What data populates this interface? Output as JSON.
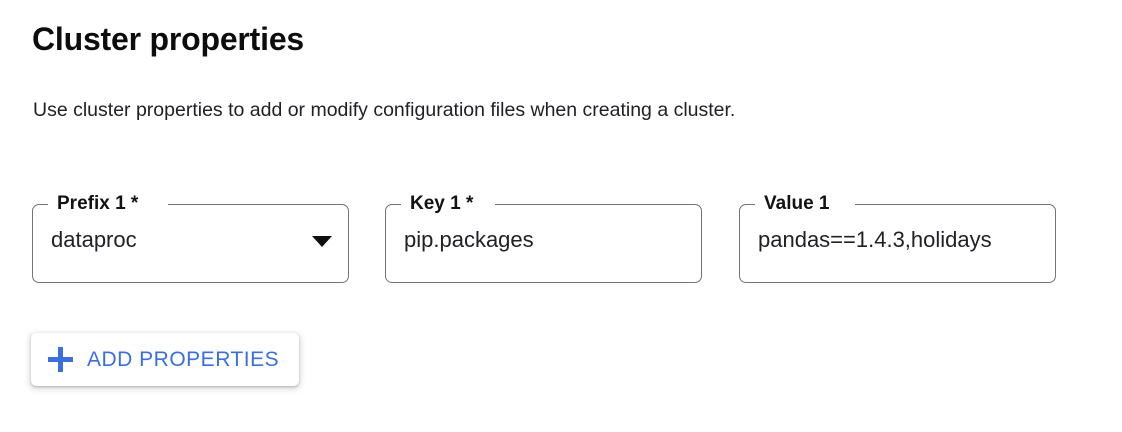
{
  "header": {
    "title": "Cluster properties",
    "description": "Use cluster properties to add or modify configuration files when creating a cluster."
  },
  "fields": [
    {
      "label": "Prefix 1 *",
      "value": "dataproc",
      "control": "select",
      "icon": "chevron-down-icon",
      "required": true
    },
    {
      "label": "Key 1 *",
      "value": "pip.packages",
      "control": "text",
      "required": true
    },
    {
      "label": "Value 1",
      "value": "pandas==1.4.3,holidays",
      "control": "text",
      "required": false
    }
  ],
  "actions": {
    "add_properties_label": "ADD PROPERTIES",
    "add_properties_icon": "plus-icon"
  },
  "colors": {
    "accent_blue": "#3b6fe0",
    "text_primary": "#202124",
    "border_gray": "#70757a",
    "background": "#ffffff"
  }
}
